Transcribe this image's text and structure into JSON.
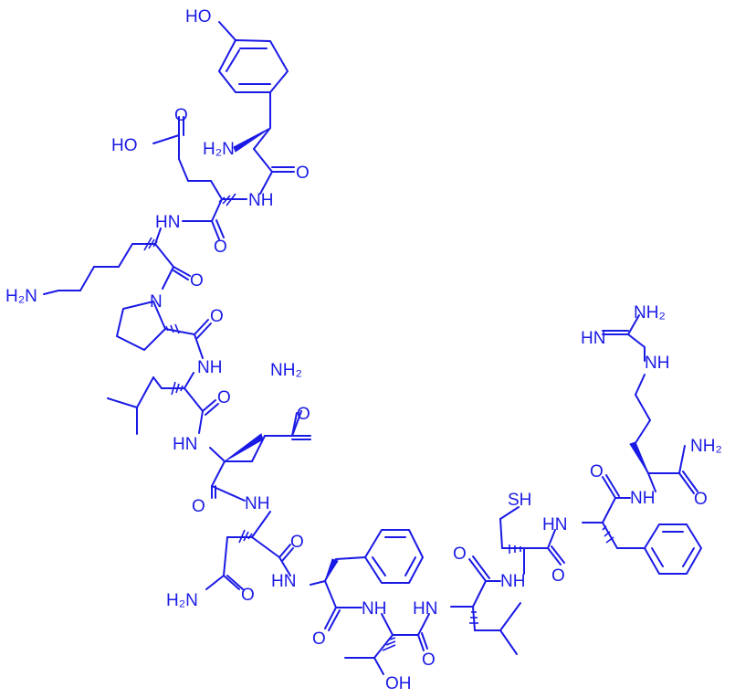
{
  "colors": {
    "atom": "#1a1ae6",
    "background": "#ffffff"
  },
  "labels": {
    "tyr_oh": "HO",
    "tyr_nh2": "H₂N",
    "amide_o": "O",
    "amide_nh": "NH",
    "amide_hn": "HN",
    "glu_acid": "HO",
    "lys_nh2": "H₂N",
    "pro_n": "N",
    "gln_nh2": "NH₂",
    "asn_nh2": "H₂N",
    "thr_oh": "OH",
    "cys_sh": "SH",
    "arg_nh2": "NH₂",
    "arg_imine": "HN",
    "arg_nh": "NH",
    "c_term_nh2": "NH₂"
  }
}
